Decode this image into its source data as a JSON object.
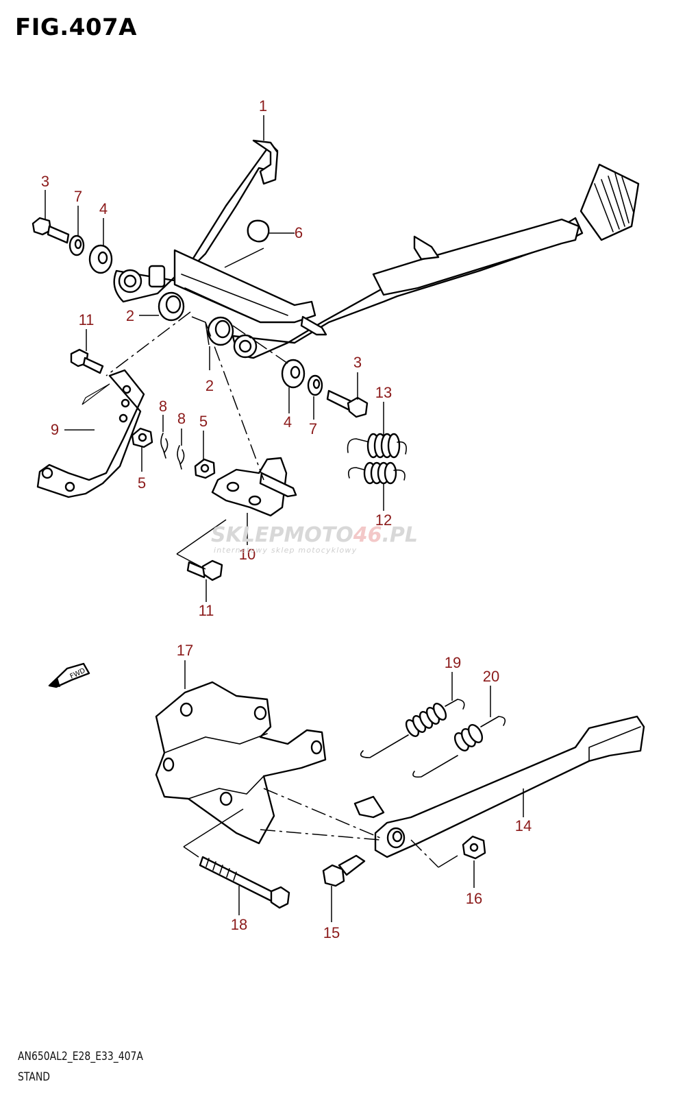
{
  "figure": {
    "title": "FIG.407A",
    "model_code": "AN650AL2_E28_E33_407A",
    "section": "STAND"
  },
  "watermark": {
    "part1": "SKLEPMOTO",
    "part2": "46",
    "part3": ".PL",
    "tagline": "internetowy sklep motocyklowy"
  },
  "fwd_label": "FWD",
  "callouts": {
    "c1": "1",
    "c2a": "2",
    "c2b": "2",
    "c3a": "3",
    "c3b": "3",
    "c4a": "4",
    "c4b": "4",
    "c5a": "5",
    "c5b": "5",
    "c6": "6",
    "c7a": "7",
    "c7b": "7",
    "c8a": "8",
    "c8b": "8",
    "c9": "9",
    "c10": "10",
    "c11a": "11",
    "c11b": "11",
    "c12": "12",
    "c13": "13",
    "c14": "14",
    "c15": "15",
    "c16": "16",
    "c17": "17",
    "c18": "18",
    "c19": "19",
    "c20": "20"
  },
  "colors": {
    "callout": "#8b1a1a",
    "line": "#000000"
  }
}
